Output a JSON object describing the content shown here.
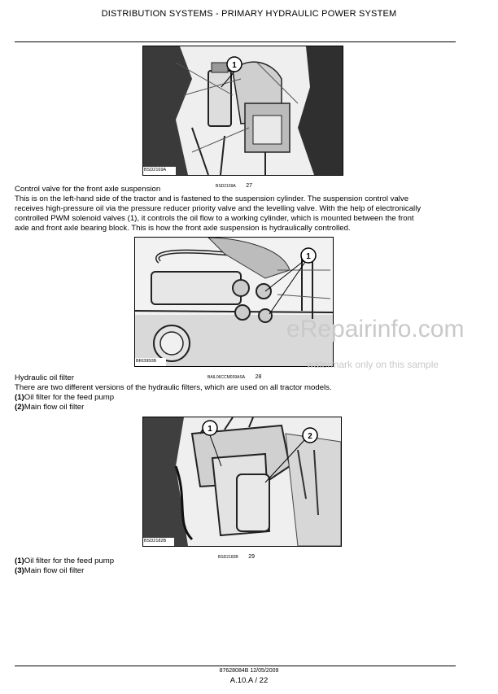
{
  "header": {
    "title": "DISTRIBUTION SYSTEMS - PRIMARY HYDRAULIC POWER SYSTEM"
  },
  "figures": [
    {
      "id_label": "BSD2169A",
      "caption_code": "BSD2169A",
      "number": "27",
      "callouts": [
        "1"
      ]
    },
    {
      "id_label": "BRI3950B",
      "caption_code": "BAIL06CCM039ASA",
      "number": "28",
      "callouts": [
        "1"
      ]
    },
    {
      "id_label": "BSD2182B",
      "caption_code": "BSD2182B",
      "number": "29",
      "callouts": [
        "1",
        "2"
      ]
    }
  ],
  "section1": {
    "heading": "Control valve for the front axle suspension",
    "para_lines": [
      "This is on the left-hand side of the tractor and is fastened to the suspension cylinder.  The suspension control valve",
      "receives high-pressure oil via the pressure reducer priority valve and the levelling valve.  With the help of electronically",
      "controlled PWM solenoid valves (1), it controls the oil flow to a working cylinder, which is mounted between the front",
      "axle and front axle bearing block.  This is how the front axle suspension is hydraulically controlled."
    ]
  },
  "section2": {
    "heading": "Hydraulic oil filter",
    "para": "There are two different versions of the hydraulic filters, which are used on all tractor models.",
    "items": [
      {
        "num": "(1)",
        "text": "Oil filter for the feed pump"
      },
      {
        "num": "(2)",
        "text": "Main flow oil filter"
      }
    ]
  },
  "section3": {
    "items": [
      {
        "num": "(1)",
        "text": "Oil filter for the feed pump"
      },
      {
        "num": "(3)",
        "text": "Main flow oil filter"
      }
    ]
  },
  "watermark": {
    "main": "eRepairinfo.com",
    "sub": "watermark only on this sample"
  },
  "footer": {
    "doc_ref": "87628084B 12/05/2009",
    "page": "A.10.A / 22"
  }
}
